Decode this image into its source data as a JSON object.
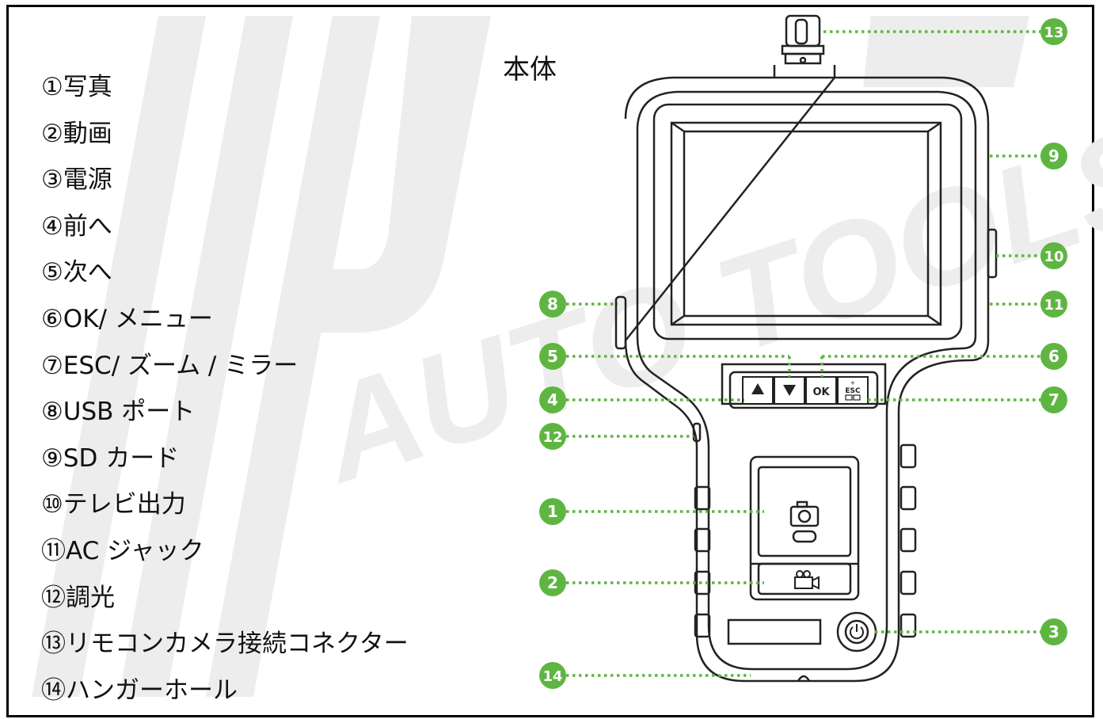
{
  "title": "本体",
  "watermark": "AUTO TOOLS",
  "colors": {
    "callout": "#5fb541",
    "outline": "#222222",
    "watermark": "#ececec"
  },
  "legend": [
    "①写真",
    "②動画",
    "③電源",
    "④前へ",
    "⑤次へ",
    "⑥OK/ メニュー",
    "⑦ESC/ ズーム / ミラー",
    "⑧USB ポート",
    "⑨SD カード",
    "⑩テレビ出力",
    "⑪AC ジャック",
    "⑫調光",
    "⑬リモコンカメラ接続コネクター",
    "⑭ハンガーホール"
  ],
  "device": {
    "button_labels": {
      "ok": "OK",
      "esc": "ESC",
      "plus": "+"
    }
  },
  "callouts": [
    "1",
    "2",
    "3",
    "4",
    "5",
    "6",
    "7",
    "8",
    "9",
    "10",
    "11",
    "12",
    "13",
    "14"
  ]
}
